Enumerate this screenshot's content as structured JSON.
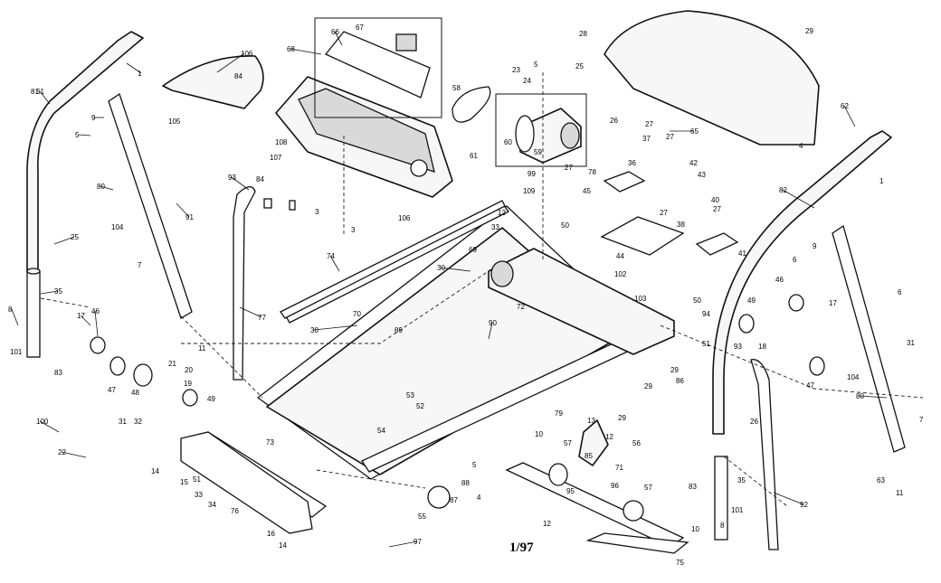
{
  "diagram_code": "1/97",
  "callouts": [
    {
      "id": "c1",
      "text": "1"
    },
    {
      "id": "c2",
      "text": "1"
    },
    {
      "id": "c3",
      "text": "3"
    },
    {
      "id": "c4",
      "text": "3"
    },
    {
      "id": "c5",
      "text": "4"
    },
    {
      "id": "c6",
      "text": "4"
    },
    {
      "id": "c7",
      "text": "5"
    },
    {
      "id": "c8",
      "text": "5"
    },
    {
      "id": "c9",
      "text": "5"
    },
    {
      "id": "c10",
      "text": "6"
    },
    {
      "id": "c11",
      "text": "6"
    },
    {
      "id": "c12",
      "text": "7"
    },
    {
      "id": "c13",
      "text": "7"
    },
    {
      "id": "c14",
      "text": "8"
    },
    {
      "id": "c15",
      "text": "8"
    },
    {
      "id": "c16",
      "text": "9"
    },
    {
      "id": "c17",
      "text": "9"
    },
    {
      "id": "c18",
      "text": "10"
    },
    {
      "id": "c19",
      "text": "10"
    },
    {
      "id": "c20",
      "text": "11"
    },
    {
      "id": "c21",
      "text": "11"
    },
    {
      "id": "c22",
      "text": "12"
    },
    {
      "id": "c23",
      "text": "12"
    },
    {
      "id": "c24",
      "text": "12"
    },
    {
      "id": "c25",
      "text": "13"
    },
    {
      "id": "c26",
      "text": "14"
    },
    {
      "id": "c27",
      "text": "14"
    },
    {
      "id": "c28",
      "text": "15"
    },
    {
      "id": "c29",
      "text": "16"
    },
    {
      "id": "c30",
      "text": "17"
    },
    {
      "id": "c31",
      "text": "17"
    },
    {
      "id": "c32",
      "text": "18"
    },
    {
      "id": "c33",
      "text": "19"
    },
    {
      "id": "c34",
      "text": "20"
    },
    {
      "id": "c35",
      "text": "21"
    },
    {
      "id": "c36",
      "text": "22"
    },
    {
      "id": "c37",
      "text": "23"
    },
    {
      "id": "c38",
      "text": "24"
    },
    {
      "id": "c39",
      "text": "25"
    },
    {
      "id": "c40",
      "text": "25"
    },
    {
      "id": "c41",
      "text": "26"
    },
    {
      "id": "c42",
      "text": "26"
    },
    {
      "id": "c43",
      "text": "27"
    },
    {
      "id": "c44",
      "text": "27"
    },
    {
      "id": "c45",
      "text": "27"
    },
    {
      "id": "c46",
      "text": "27"
    },
    {
      "id": "c47",
      "text": "27"
    },
    {
      "id": "c48",
      "text": "28"
    },
    {
      "id": "c49",
      "text": "29"
    },
    {
      "id": "c50",
      "text": "29"
    },
    {
      "id": "c51",
      "text": "29"
    },
    {
      "id": "c52",
      "text": "29"
    },
    {
      "id": "c53",
      "text": "30"
    },
    {
      "id": "c54",
      "text": "30"
    },
    {
      "id": "c55",
      "text": "31"
    },
    {
      "id": "c56",
      "text": "31"
    },
    {
      "id": "c57",
      "text": "32"
    },
    {
      "id": "c58",
      "text": "33"
    },
    {
      "id": "c59",
      "text": "33"
    },
    {
      "id": "c60",
      "text": "34"
    },
    {
      "id": "c61",
      "text": "35"
    },
    {
      "id": "c62",
      "text": "35"
    },
    {
      "id": "c63",
      "text": "36"
    },
    {
      "id": "c64",
      "text": "37"
    },
    {
      "id": "c65",
      "text": "38"
    },
    {
      "id": "c66",
      "text": "40"
    },
    {
      "id": "c67",
      "text": "41"
    },
    {
      "id": "c68",
      "text": "42"
    },
    {
      "id": "c69",
      "text": "43"
    },
    {
      "id": "c70",
      "text": "44"
    },
    {
      "id": "c71",
      "text": "45"
    },
    {
      "id": "c72",
      "text": "46"
    },
    {
      "id": "c73",
      "text": "46"
    },
    {
      "id": "c74",
      "text": "47"
    },
    {
      "id": "c75",
      "text": "47"
    },
    {
      "id": "c76",
      "text": "48"
    },
    {
      "id": "c77",
      "text": "49"
    },
    {
      "id": "c78",
      "text": "49"
    },
    {
      "id": "c79",
      "text": "50"
    },
    {
      "id": "c80",
      "text": "50"
    },
    {
      "id": "c81",
      "text": "51"
    },
    {
      "id": "c82",
      "text": "51"
    },
    {
      "id": "c83",
      "text": "52"
    },
    {
      "id": "c84",
      "text": "53"
    },
    {
      "id": "c85",
      "text": "54"
    },
    {
      "id": "c86",
      "text": "55"
    },
    {
      "id": "c87",
      "text": "56"
    },
    {
      "id": "c88",
      "text": "57"
    },
    {
      "id": "c89",
      "text": "57"
    },
    {
      "id": "c90",
      "text": "58"
    },
    {
      "id": "c91",
      "text": "59"
    },
    {
      "id": "c92",
      "text": "60"
    },
    {
      "id": "c93",
      "text": "61"
    },
    {
      "id": "c94",
      "text": "61"
    },
    {
      "id": "c95",
      "text": "62"
    },
    {
      "id": "c96",
      "text": "63"
    },
    {
      "id": "c97",
      "text": "65"
    },
    {
      "id": "c98",
      "text": "66"
    },
    {
      "id": "c99",
      "text": "67"
    },
    {
      "id": "c100",
      "text": "68"
    },
    {
      "id": "c101",
      "text": "69"
    },
    {
      "id": "c102",
      "text": "70"
    },
    {
      "id": "c103",
      "text": "71"
    },
    {
      "id": "c104",
      "text": "72"
    },
    {
      "id": "c105",
      "text": "73"
    },
    {
      "id": "c106",
      "text": "74"
    },
    {
      "id": "c107",
      "text": "75"
    },
    {
      "id": "c108",
      "text": "76"
    },
    {
      "id": "c109",
      "text": "77"
    },
    {
      "id": "c110",
      "text": "78"
    },
    {
      "id": "c111",
      "text": "79"
    },
    {
      "id": "c112",
      "text": "80"
    },
    {
      "id": "c113",
      "text": "80"
    },
    {
      "id": "c114",
      "text": "81"
    },
    {
      "id": "c115",
      "text": "82"
    },
    {
      "id": "c116",
      "text": "83"
    },
    {
      "id": "c117",
      "text": "83"
    },
    {
      "id": "c118",
      "text": "84"
    },
    {
      "id": "c119",
      "text": "84"
    },
    {
      "id": "c120",
      "text": "85"
    },
    {
      "id": "c121",
      "text": "86"
    },
    {
      "id": "c122",
      "text": "87"
    },
    {
      "id": "c123",
      "text": "88"
    },
    {
      "id": "c124",
      "text": "89"
    },
    {
      "id": "c125",
      "text": "90"
    },
    {
      "id": "c126",
      "text": "91"
    },
    {
      "id": "c127",
      "text": "92"
    },
    {
      "id": "c128",
      "text": "93"
    },
    {
      "id": "c129",
      "text": "93"
    },
    {
      "id": "c130",
      "text": "94"
    },
    {
      "id": "c131",
      "text": "95"
    },
    {
      "id": "c132",
      "text": "96"
    },
    {
      "id": "c133",
      "text": "97"
    },
    {
      "id": "c134",
      "text": "99"
    },
    {
      "id": "c135",
      "text": "100"
    },
    {
      "id": "c136",
      "text": "101"
    },
    {
      "id": "c137",
      "text": "101"
    },
    {
      "id": "c138",
      "text": "102"
    },
    {
      "id": "c139",
      "text": "103"
    },
    {
      "id": "c140",
      "text": "104"
    },
    {
      "id": "c141",
      "text": "104"
    },
    {
      "id": "c142",
      "text": "105"
    },
    {
      "id": "c143",
      "text": "106"
    },
    {
      "id": "c144",
      "text": "106"
    },
    {
      "id": "c145",
      "text": "107"
    },
    {
      "id": "c146",
      "text": "108"
    },
    {
      "id": "c147",
      "text": "109"
    }
  ]
}
